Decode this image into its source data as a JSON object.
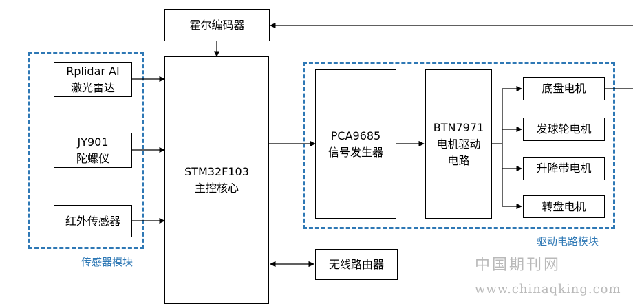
{
  "blocks": {
    "encoder": "霍尔编码器",
    "lidar": [
      "Rplidar AI",
      "激光雷达"
    ],
    "gyro": [
      "JY901",
      "陀螺仪"
    ],
    "infrared": "红外传感器",
    "mcu": [
      "STM32F103",
      "主控核心"
    ],
    "wifi": "无线路由器",
    "pca": [
      "PCA9685",
      "信号发生器"
    ],
    "btn": [
      "BTN7971",
      "电机驱动",
      "电路"
    ],
    "motors": [
      "底盘电机",
      "发球轮电机",
      "升降带电机",
      "转盘电机"
    ]
  },
  "groups": {
    "sensor": "传感器模块",
    "driver": "驱动电路模块"
  },
  "watermark": {
    "cn": "中国期刊网",
    "url": "www.chinaqking.com"
  },
  "colors": {
    "group_border": "#2e78b5",
    "watermark": "#b9b9b9"
  }
}
